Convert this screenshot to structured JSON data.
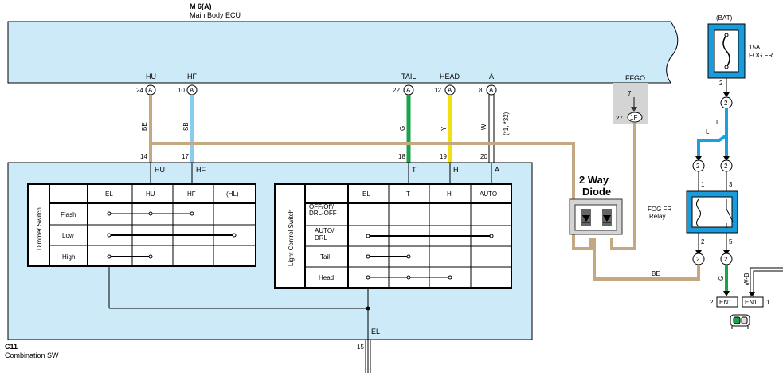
{
  "ecu": {
    "name": "M 6(A)",
    "description": "Main Body ECU",
    "terminals": [
      {
        "label": "HU",
        "pin": "24",
        "connector": "A"
      },
      {
        "label": "HF",
        "pin": "10",
        "connector": "A"
      },
      {
        "label": "TAIL",
        "pin": "22",
        "connector": "A"
      },
      {
        "label": "HEAD",
        "pin": "12",
        "connector": "A"
      },
      {
        "label": "A",
        "pin": "8",
        "connector": "A"
      }
    ],
    "ffgo": {
      "label": "FFGO",
      "pin_top": "7",
      "pin": "27",
      "connector": "1F"
    }
  },
  "wires": {
    "hu": "BE",
    "hf": "SB",
    "tail": "G",
    "head": "Y",
    "a": "W",
    "a_note": "(*1, *32)",
    "relay_to_diode": "BE",
    "relay_out": "G",
    "ground": "W-B",
    "fuse_out": "L",
    "fuse_branch": "L"
  },
  "colors": {
    "ecu_fill": "#cdeaf8",
    "wire_be": "#c4a882",
    "wire_sb": "#88cdf0",
    "wire_g": "#1aa34a",
    "wire_y": "#f0e010",
    "wire_l": "#1aa0e0",
    "relay_fill": "#1a9cdc"
  },
  "switch": {
    "code": "C11",
    "name": "Combination SW",
    "pins": [
      {
        "pin": "14",
        "label": "HU"
      },
      {
        "pin": "17",
        "label": "HF"
      },
      {
        "pin": "18",
        "label": "T"
      },
      {
        "pin": "19",
        "label": "H"
      },
      {
        "pin": "20",
        "label": "A"
      }
    ],
    "ground_label": "EL",
    "ground_pin": "15",
    "dimmer": {
      "title": "Dimmer Switch",
      "columns": [
        "EL",
        "HU",
        "HF",
        "(HL)"
      ],
      "rows": [
        "Flash",
        "Low",
        "High"
      ]
    },
    "light_control": {
      "title": "Light Control Switch",
      "columns": [
        "EL",
        "T",
        "H",
        "AUTO"
      ],
      "rows": [
        "OFF/Off/ DRL-OFF",
        "AUTO/ DRL",
        "Tail",
        "Head"
      ]
    }
  },
  "diode": {
    "label_line1": "2 Way",
    "label_line2": "Diode"
  },
  "fuse": {
    "bat": "(BAT)",
    "rating": "15A",
    "name": "FOG FR",
    "pin": "2",
    "conn": "2"
  },
  "relay": {
    "name_line1": "FOG FR",
    "name_line2": "Relay",
    "pin1": "1",
    "pin2": "2",
    "pin3": "3",
    "pin5": "5",
    "conn": "2"
  },
  "connectors": {
    "en1_left": {
      "name": "EN1",
      "pin": "2"
    },
    "en1_right": {
      "name": "EN1",
      "pin": "1"
    }
  }
}
